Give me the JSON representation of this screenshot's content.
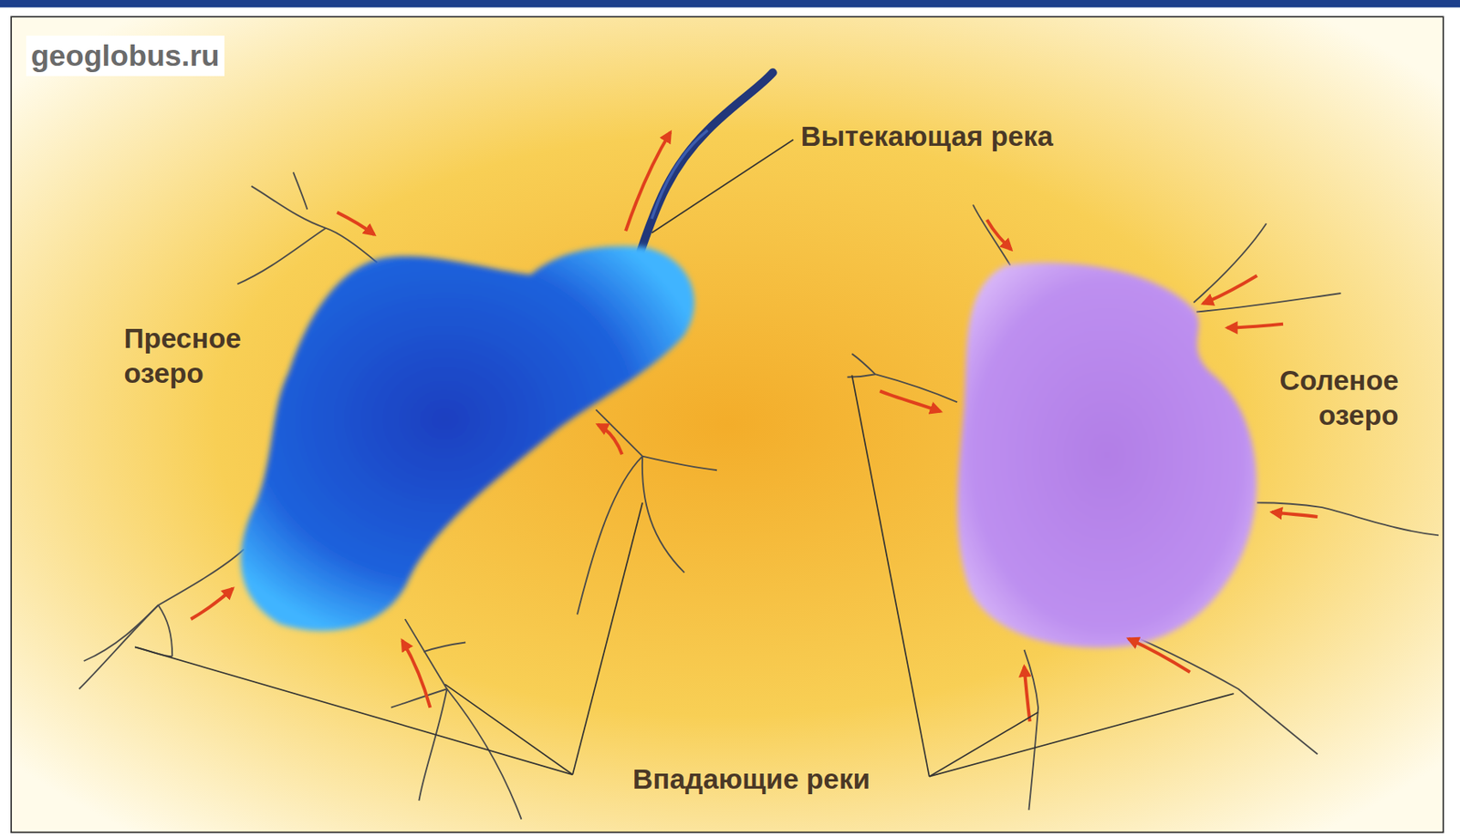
{
  "diagram": {
    "labels": [
      "geoglobus.ru",
      "Вытекающая река",
      "Пресное озеро",
      "Соленое озеро",
      "Впадающие реки"
    ]
  }
}
